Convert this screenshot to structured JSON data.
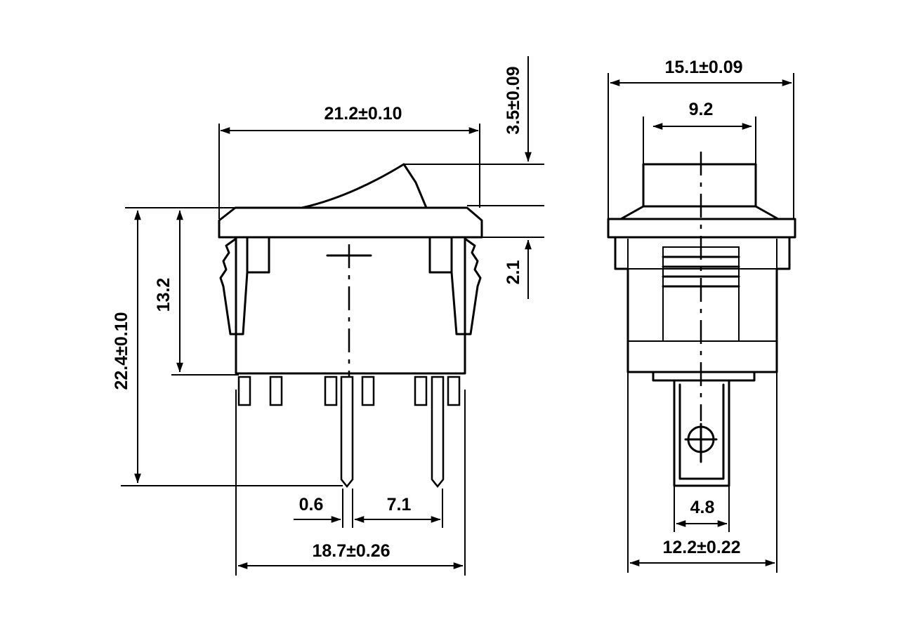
{
  "drawing": {
    "dimensions": {
      "front_width_top": "21.2±0.10",
      "front_height_total": "22.4±0.10",
      "front_height_body": "13.2",
      "rocker_height": "3.5±0.09",
      "flange_thickness": "2.1",
      "pin_thickness": "0.6",
      "pin_spacing": "7.1",
      "front_width_bottom": "18.7±0.26",
      "side_width_top": "15.1±0.09",
      "side_rocker_width": "9.2",
      "terminal_width": "4.8",
      "side_width_bottom": "12.2±0.22"
    },
    "colors": {
      "line": "#000000",
      "background": "#ffffff"
    }
  }
}
